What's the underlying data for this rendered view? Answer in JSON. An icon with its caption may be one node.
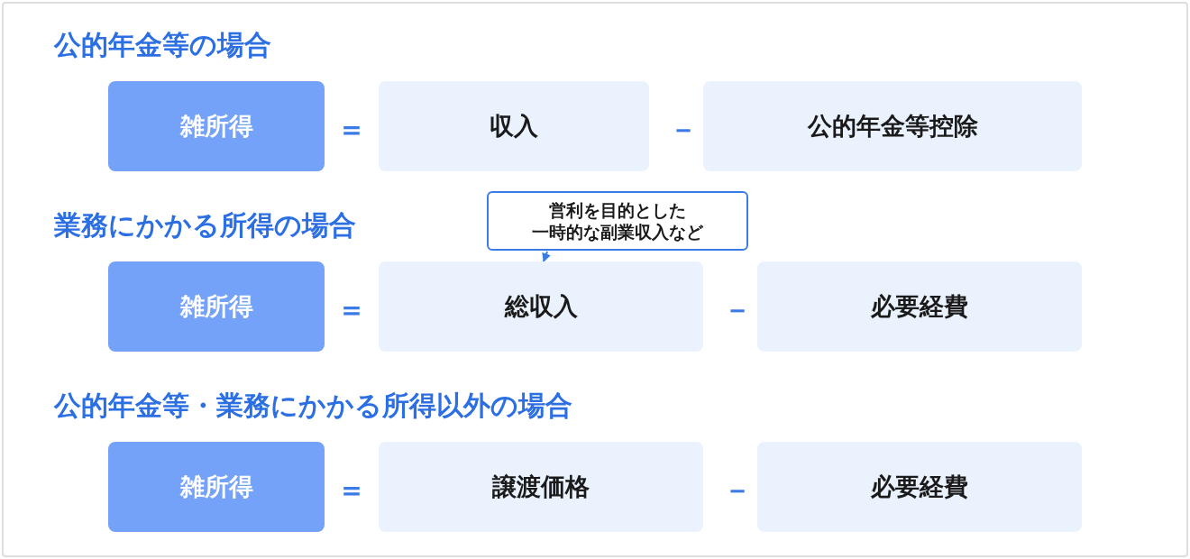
{
  "diagram": {
    "nodes": [
      {
        "text": [
          "雑所得"
        ]
      },
      {
        "text": [
          "収入"
        ]
      },
      {
        "text": [
          "公的年金等控除"
        ]
      },
      {
        "text": [
          "営利を目的とした一時的な副業収入など"
        ]
      },
      {
        "text": [
          "雑所得"
        ]
      },
      {
        "text": [
          "総収入"
        ]
      },
      {
        "text": [
          "必要経費"
        ]
      },
      {
        "text": [
          "雑所得"
        ]
      },
      {
        "text": [
          "譲渡価格"
        ]
      },
      {
        "text": [
          "必要経費"
        ]
      }
    ],
    "edges": [
      {
        "from": 3,
        "to": 5,
        "arrow": "to"
      }
    ],
    "labels": [
      "公的年金等の場合",
      "＝",
      "－",
      "業務にかかる所得の場合",
      "＝",
      "－",
      "公的年金等・業務にかかる所得以外の場合",
      "＝",
      "－"
    ]
  }
}
